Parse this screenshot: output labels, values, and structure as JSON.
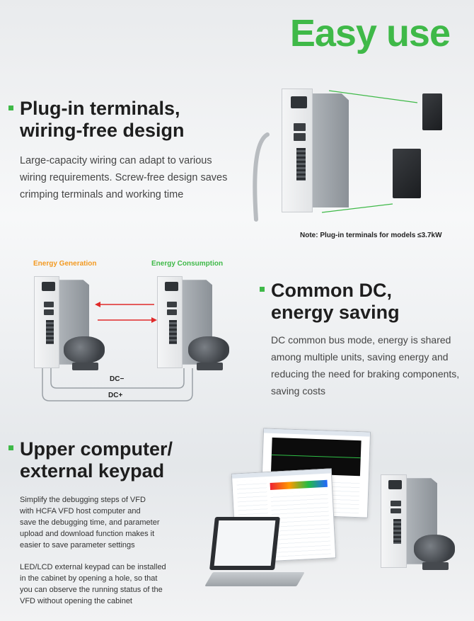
{
  "header": {
    "title": "Easy use"
  },
  "section1": {
    "title_line1": "Plug-in terminals,",
    "title_line2": "wiring-free design",
    "text_line1": "Large-capacity wiring can adapt to various",
    "text_line2": "wiring requirements. Screw-free design saves",
    "text_line3": "crimping terminals and working time",
    "note": "Note: Plug-in terminals for models ≤3.7kW"
  },
  "section2": {
    "label_generation": "Energy Generation",
    "label_consumption": "Energy Consumption",
    "dc_minus": "DC−",
    "dc_plus": "DC+",
    "title_line1": "Common DC,",
    "title_line2": "energy saving",
    "text_line1": "DC common bus mode, energy is shared",
    "text_line2": "among multiple units, saving energy and",
    "text_line3": "reducing the need for braking components,",
    "text_line4": "saving costs"
  },
  "section3": {
    "title_line1": "Upper computer/",
    "title_line2": "external keypad",
    "para1_line1": "Simplify the debugging steps of VFD",
    "para1_line2": "with HCFA VFD host computer and",
    "para1_line3": "save the debugging time, and parameter",
    "para1_line4": "upload and download function makes it",
    "para1_line5": "easier to save parameter settings",
    "para2_line1": "LED/LCD external keypad can be installed",
    "para2_line2": "in the cabinet by opening a hole, so that",
    "para2_line3": "you can observe the running status of the",
    "para2_line4": "VFD without opening the cabinet"
  },
  "colors": {
    "accent_green": "#3fb948",
    "energy_generation": "#f39a21",
    "energy_consumption": "#3fb948",
    "arrow_red": "#e02a2a"
  }
}
